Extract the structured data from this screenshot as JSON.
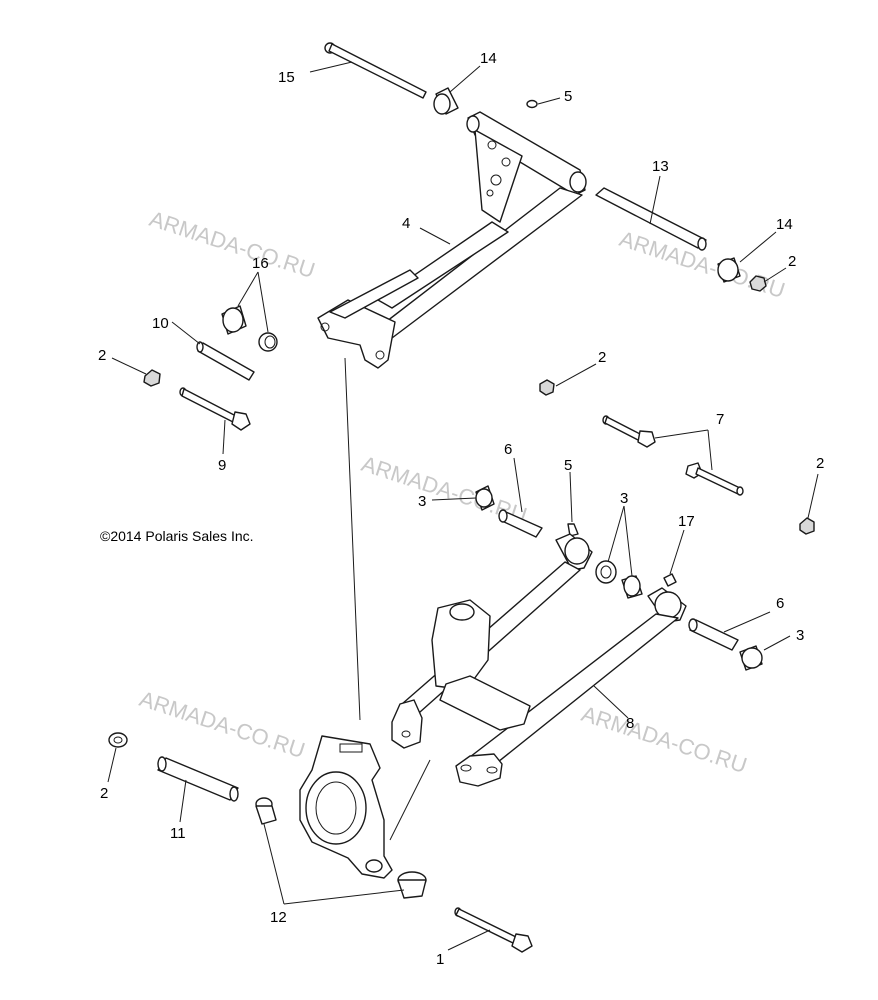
{
  "copyright": "©2014 Polaris Sales Inc.",
  "watermark": "ARMADA-CO.RU",
  "callouts": {
    "c15": "15",
    "c14a": "14",
    "c5a": "5",
    "c13": "13",
    "c4": "4",
    "c14b": "14",
    "c2a": "2",
    "c16": "16",
    "c10": "10",
    "c2b": "2",
    "c2c": "2",
    "c7": "7",
    "c9": "9",
    "c6a": "6",
    "c5b": "5",
    "c2d": "2",
    "c3a": "3",
    "c3b": "3",
    "c17": "17",
    "c6b": "6",
    "c3c": "3",
    "c8": "8",
    "c2e": "2",
    "c11": "11",
    "c12": "12",
    "c1": "1"
  }
}
